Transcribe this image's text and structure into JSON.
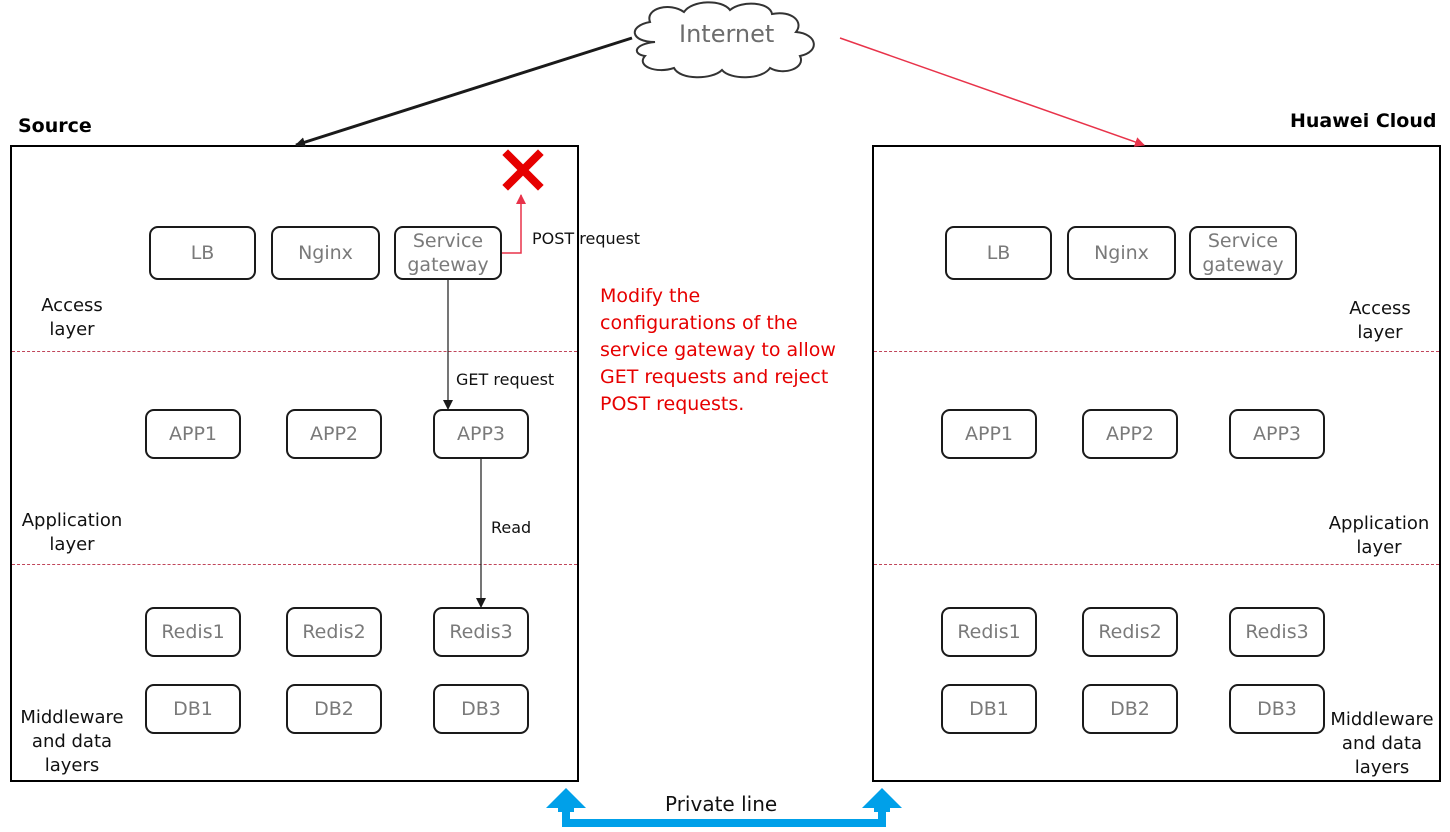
{
  "internet": {
    "label": "Internet"
  },
  "source": {
    "title": "Source",
    "access": {
      "label": "Access\nlayer",
      "nodes": [
        "LB",
        "Nginx",
        "Service\ngateway"
      ]
    },
    "application": {
      "label": "Application\nlayer",
      "nodes": [
        "APP1",
        "APP2",
        "APP3"
      ]
    },
    "middleware": {
      "label": "Middleware\nand data\nlayers",
      "redis": [
        "Redis1",
        "Redis2",
        "Redis3"
      ],
      "db": [
        "DB1",
        "DB2",
        "DB3"
      ]
    },
    "edges": {
      "post": "POST request",
      "get": "GET request",
      "read": "Read"
    }
  },
  "cloud": {
    "title": "Huawei Cloud",
    "access": {
      "label": "Access\nlayer",
      "nodes": [
        "LB",
        "Nginx",
        "Service\ngateway"
      ]
    },
    "application": {
      "label": "Application\nlayer",
      "nodes": [
        "APP1",
        "APP2",
        "APP3"
      ]
    },
    "middleware": {
      "label": "Middleware\nand data\nlayers",
      "redis": [
        "Redis1",
        "Redis2",
        "Redis3"
      ],
      "db": [
        "DB1",
        "DB2",
        "DB3"
      ]
    }
  },
  "note": {
    "text": "Modify the\nconfigurations of the\nservice gateway to allow\nGET requests and reject\nPOST requests."
  },
  "private_line": {
    "label": "Private line"
  },
  "colors": {
    "red": "#e60000",
    "red_line": "#e8334a",
    "blue": "#00a0e9",
    "node_text": "#7a7a7a"
  }
}
